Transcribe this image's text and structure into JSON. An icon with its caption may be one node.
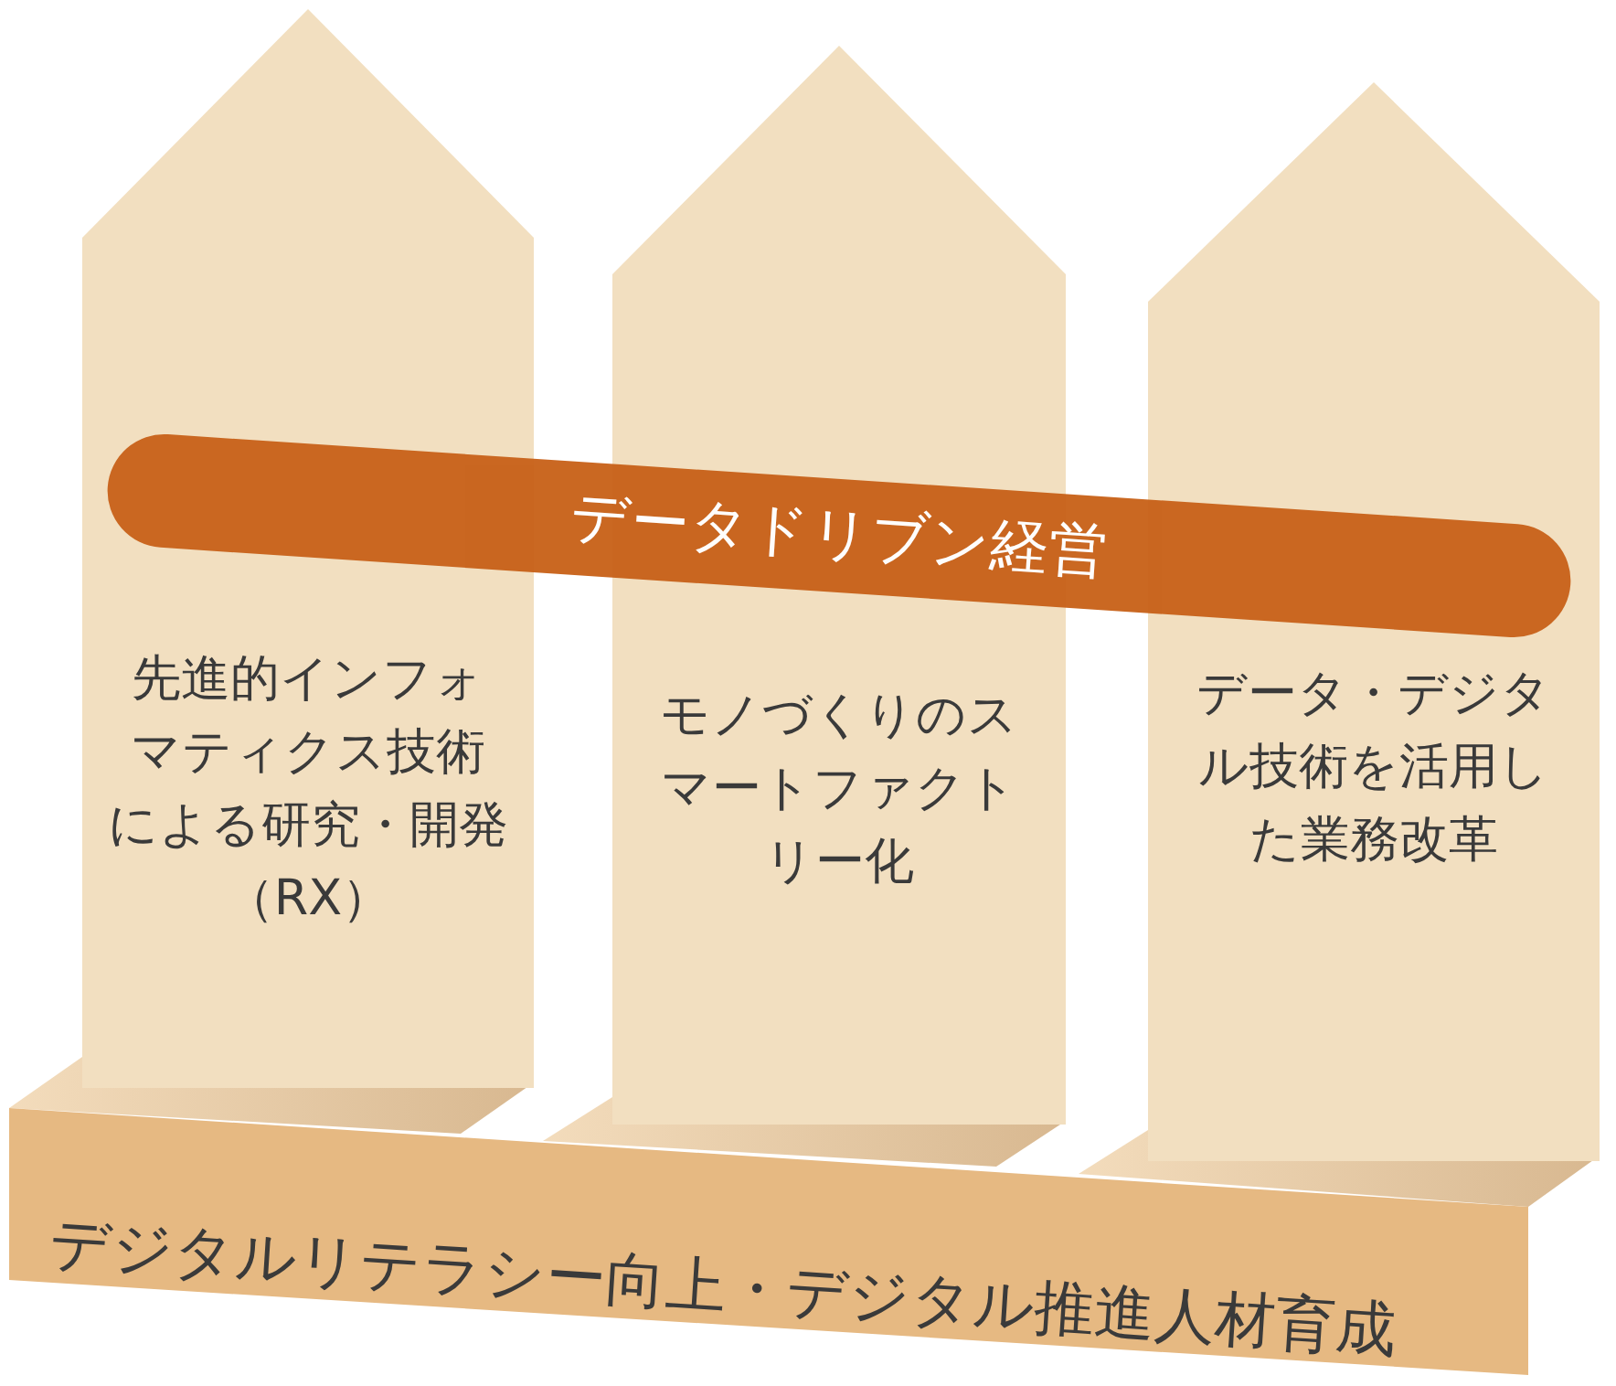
{
  "diagram": {
    "nodes": [
      {
        "text": [
          "先進的インフォマティクス技術による研究・開発（RX）"
        ]
      },
      {
        "text": [
          "モノづくりのスマートファクトリー化"
        ]
      },
      {
        "text": [
          "データ・デジタル技術を活用した業務改革"
        ]
      },
      {
        "text": [
          "データドリブン経営"
        ]
      },
      {
        "text": [
          "デジタルリテラシー向上・デジタル推進人材育成"
        ]
      }
    ]
  }
}
